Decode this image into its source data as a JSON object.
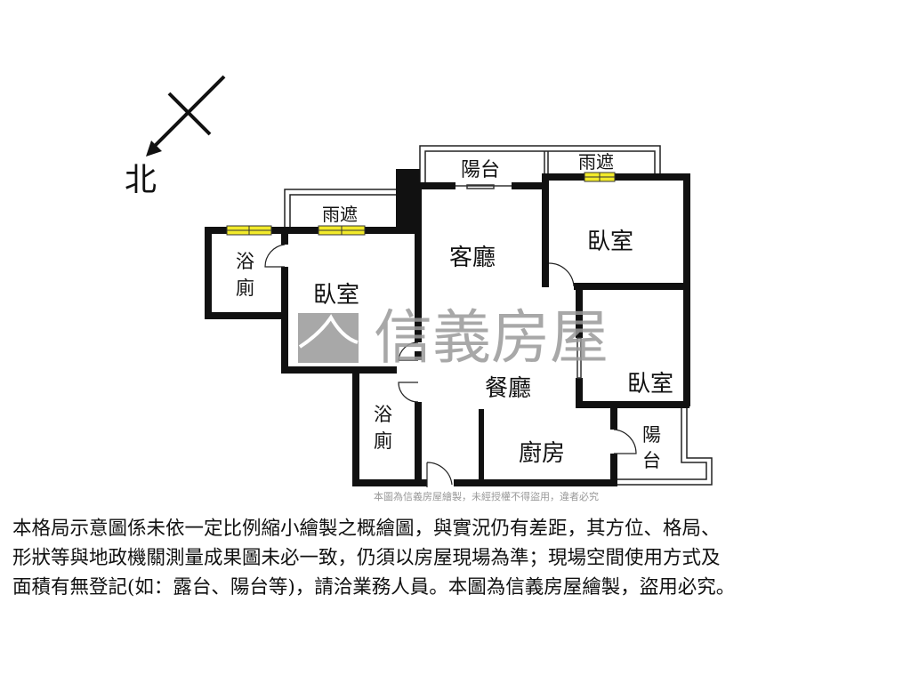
{
  "compass": {
    "north_label": "北"
  },
  "rooms": {
    "living_room": "客廳",
    "dining_room": "餐廳",
    "kitchen": "廚房",
    "bedroom_left": "臥室",
    "bedroom_top_right": "臥室",
    "bedroom_right": "臥室",
    "bath_left": [
      "浴",
      "廁"
    ],
    "bath_lower": [
      "浴",
      "廁"
    ],
    "balcony_top": "陽台",
    "balcony_right": [
      "陽",
      "台"
    ],
    "canopy_left": "雨遮",
    "canopy_right": "雨遮"
  },
  "watermark": {
    "brand": "信義房屋",
    "notice": "本圖為信義房屋繪製，未經授權不得盜用，違者必究"
  },
  "disclaimer": [
    "本格局示意圖係未依一定比例縮小繪製之概繪圖，與實況仍有差距，其方位、格局、",
    "形狀等與地政機關測量成果圖未必一致，仍須以房屋現場為準；現場空間使用方式及",
    "面積有無登記(如：露台、陽台等)，請洽業務人員。本圖為信義房屋繪製，盜用必究。"
  ],
  "colors": {
    "wall": "#111111",
    "window": "#f2ea2a",
    "watermark": "#9a9a9a"
  }
}
